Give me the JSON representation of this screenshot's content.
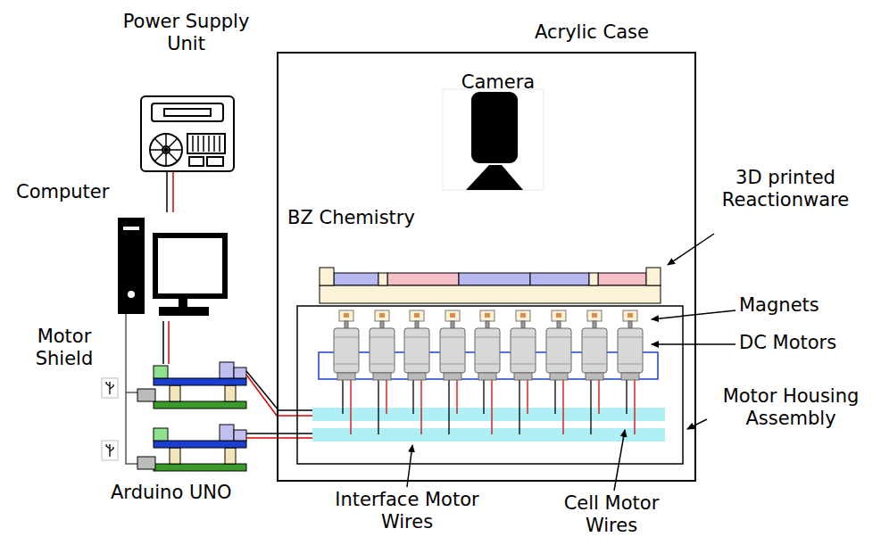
{
  "diagram": {
    "nodes": [
      {
        "text": [
          "Acrylic Case"
        ]
      },
      {
        "text": [
          "Camera"
        ],
        "in": 0
      }
    ],
    "labels": [
      "Power Supply Unit",
      "Computer",
      "BZ Chemistry",
      "3D printed Reactionware",
      "Magnets",
      "DC Motors",
      "Motor Shield",
      "Motor Housing Assembly",
      "Arduino UNO",
      "Interface Motor Wires",
      "Cell Motor Wires"
    ]
  }
}
